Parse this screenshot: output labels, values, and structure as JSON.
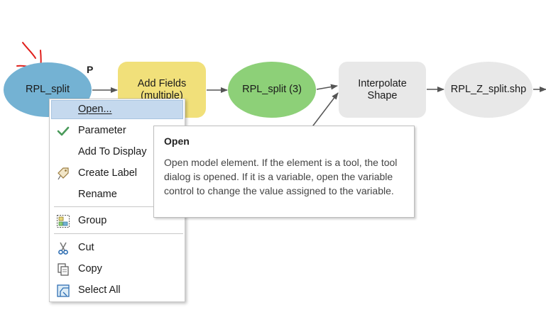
{
  "diagram": {
    "nodes": [
      {
        "label": "RPL_split",
        "shape": "ellipse",
        "color": "#74b2d3"
      },
      {
        "label": "Add Fields\n(multiple)",
        "shape": "rounded-rect",
        "color": "#f1e07a"
      },
      {
        "label": "RPL_split (3)",
        "shape": "ellipse",
        "color": "#8dd078"
      },
      {
        "label": "Interpolate\nShape",
        "shape": "rounded-rect",
        "color": "#e8e8e8"
      },
      {
        "label": "RPL_Z_split.shp",
        "shape": "ellipse",
        "color": "#e8e8e8"
      }
    ],
    "parameter_badge": "P"
  },
  "context_menu": {
    "items": [
      {
        "label": "Open...",
        "icon": "none",
        "highlighted": true
      },
      {
        "label": "Parameter",
        "icon": "checkmark-icon",
        "checked": true
      },
      {
        "label": "Add To Display",
        "icon": "none"
      },
      {
        "label": "Create Label",
        "icon": "label-tag-icon"
      },
      {
        "label": "Rename",
        "icon": "none"
      },
      {
        "label": "Group",
        "icon": "group-icon"
      },
      {
        "label": "Cut",
        "icon": "scissors-icon"
      },
      {
        "label": "Copy",
        "icon": "copy-icon"
      },
      {
        "label": "Select All",
        "icon": "select-all-icon"
      }
    ]
  },
  "tooltip": {
    "title": "Open",
    "body": "Open model element. If the element is a tool, the tool dialog is opened. If it is a variable, open the variable control to change the value assigned to the variable."
  },
  "colors": {
    "highlight": "#c5d9ee",
    "connector": "#555555",
    "annotation": "#e0201c"
  }
}
